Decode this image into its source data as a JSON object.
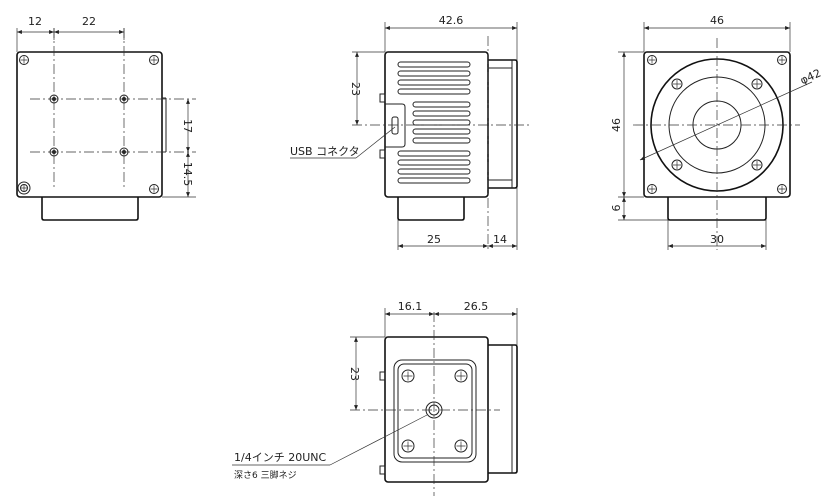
{
  "dimensions": {
    "front_left_12": "12",
    "front_left_22": "22",
    "front_right_17": "17",
    "front_right_14_5": "14.5",
    "side_width": "42.6",
    "side_height": "23",
    "side_body": "25",
    "side_lens": "14",
    "lens_width": "46",
    "lens_height": "46",
    "lens_mount": "6",
    "lens_bottom": "30",
    "lens_diameter": "φ42",
    "bottom_left": "16.1",
    "bottom_right": "26.5",
    "bottom_height": "23"
  },
  "labels": {
    "usb": "USB コネクタ",
    "tripod_line1": "1/4インチ 20UNC",
    "tripod_line2": "深さ6 三脚ネジ"
  }
}
